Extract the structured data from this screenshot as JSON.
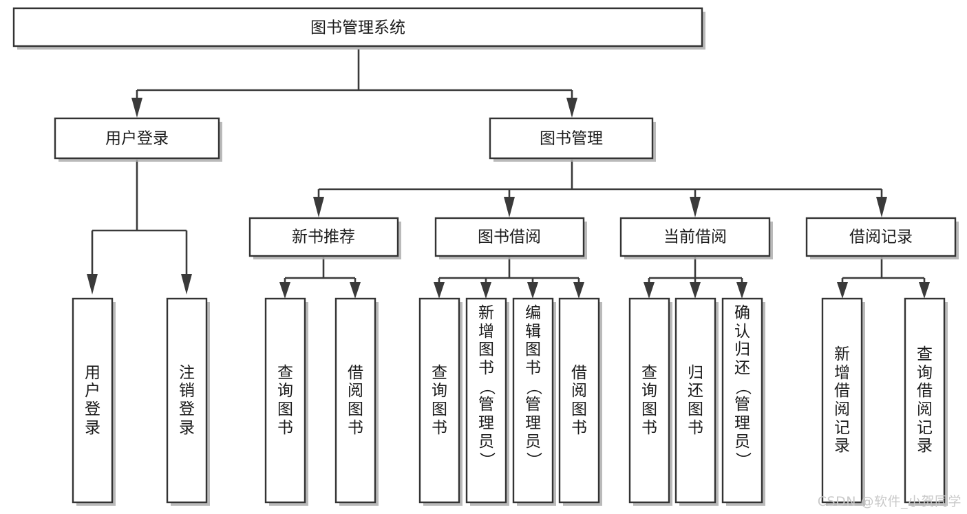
{
  "diagram": {
    "type": "tree",
    "title": "图书管理系统",
    "watermark": "CSDN @软件_小贺同学",
    "root": {
      "label": "图书管理系统"
    },
    "level2": [
      {
        "id": "user-login",
        "label": "用户登录"
      },
      {
        "id": "book-manage",
        "label": "图书管理"
      }
    ],
    "level3": [
      {
        "id": "new-book-rec",
        "label": "新书推荐",
        "parent": "book-manage"
      },
      {
        "id": "book-borrow",
        "label": "图书借阅",
        "parent": "book-manage"
      },
      {
        "id": "current-borrow",
        "label": "当前借阅",
        "parent": "book-manage"
      },
      {
        "id": "borrow-record",
        "label": "借阅记录",
        "parent": "book-manage"
      }
    ],
    "leaves": [
      {
        "id": "leaf-user-login",
        "parent": "user-login",
        "label": "用户登录"
      },
      {
        "id": "leaf-user-logout",
        "parent": "user-login",
        "label": "注销登录"
      },
      {
        "id": "leaf-query-book-1",
        "parent": "new-book-rec",
        "label": "查询图书"
      },
      {
        "id": "leaf-borrow-book-1",
        "parent": "new-book-rec",
        "label": "借阅图书"
      },
      {
        "id": "leaf-query-book-2",
        "parent": "book-borrow",
        "label": "查询图书"
      },
      {
        "id": "leaf-add-book",
        "parent": "book-borrow",
        "label": "新增图书（管理员）"
      },
      {
        "id": "leaf-edit-book",
        "parent": "book-borrow",
        "label": "编辑图书（管理员）"
      },
      {
        "id": "leaf-borrow-book-2",
        "parent": "book-borrow",
        "label": "借阅图书"
      },
      {
        "id": "leaf-query-book-3",
        "parent": "current-borrow",
        "label": "查询图书"
      },
      {
        "id": "leaf-return-book",
        "parent": "current-borrow",
        "label": "归还图书"
      },
      {
        "id": "leaf-confirm-return",
        "parent": "current-borrow",
        "label": "确认归还（管理员）"
      },
      {
        "id": "leaf-add-record",
        "parent": "borrow-record",
        "label": "新增借阅记录"
      },
      {
        "id": "leaf-query-record",
        "parent": "borrow-record",
        "label": "查询借阅记录"
      }
    ],
    "colors": {
      "box_fill": "#ffffff",
      "box_stroke": "#333333",
      "edge": "#3a3a3a",
      "text": "#1b1b1b",
      "watermark": "#c9c9c9"
    }
  }
}
